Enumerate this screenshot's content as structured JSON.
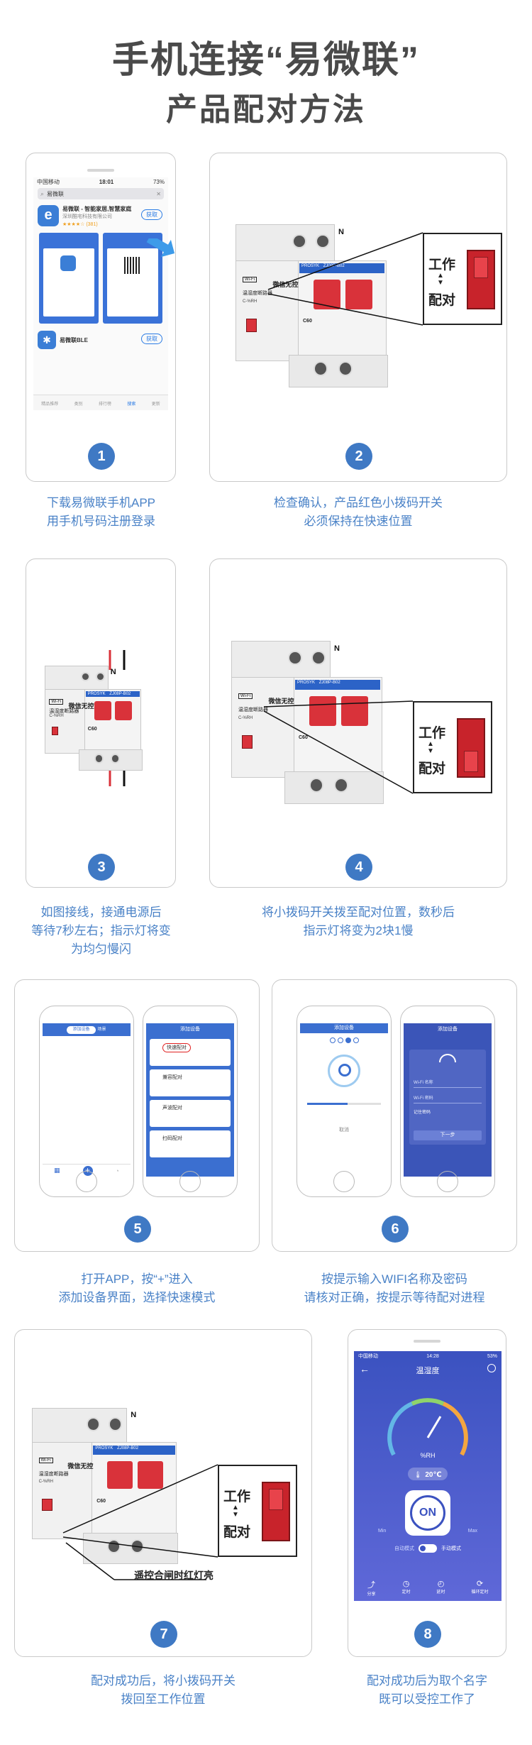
{
  "title": {
    "line1": "手机连接“易微联”",
    "line2": "产品配对方法"
  },
  "steps": [
    {
      "num": "1",
      "caption_lines": [
        "下载易微联手机APP",
        "用手机号码注册登录"
      ]
    },
    {
      "num": "2",
      "caption_lines": [
        "检查确认，产品红色小拨码开关",
        "必须保持在快速位置"
      ]
    },
    {
      "num": "3",
      "caption_lines": [
        "如图接线，接通电源后",
        "等待7秒左右；指示灯将变",
        "为均匀慢闪"
      ]
    },
    {
      "num": "4",
      "caption_lines": [
        "将小拨码开关拨至配对位置，数秒后",
        "指示灯将变为2块1慢"
      ]
    },
    {
      "num": "5",
      "caption_lines": [
        "打开APP，按“+”进入",
        "添加设备界面，选择快速模式"
      ]
    },
    {
      "num": "6",
      "caption_lines": [
        "按提示输入WIFI名称及密码",
        "请核对正确，按提示等待配对进程"
      ]
    },
    {
      "num": "7",
      "caption_lines": [
        "配对成功后，将小拨码开关",
        "拨回至工作位置"
      ]
    },
    {
      "num": "8",
      "caption_lines": [
        "配对成功后为取个名字",
        "既可以受控工作了"
      ]
    }
  ],
  "breaker": {
    "brand": "PROSYK",
    "model": "ZJ08P-B02",
    "label_cn": "温湿度断路器",
    "label_ctrl": "微信无控",
    "wifi_badge": "Wi-Fi",
    "rating": "C60",
    "unit_text": "C-%RH",
    "terminal_n": "N",
    "switch_work": "工作",
    "switch_pair": "配对",
    "arrows": "▲▼"
  },
  "step1_phone": {
    "carrier": "中国移动",
    "time": "18:01",
    "battery": "73%",
    "search_query": "易微联",
    "app_name": "易微联 - 智能家居,智慧家庭",
    "app_dev": "深圳酷宅科技有限公司",
    "app_rating": "★★★★☆ (381)",
    "get_button": "获取",
    "app2_name": "易微联BLE",
    "tabs": [
      "精品推荐",
      "类别",
      "排行榜",
      "搜索",
      "更新"
    ]
  },
  "step5": {
    "tab_a": "添加设备",
    "tab_b": "场景",
    "menu_title": "添加设备",
    "menu_items": [
      "快速配对",
      "兼容配对",
      "声波配对",
      "扫码配对"
    ]
  },
  "step6": {
    "screen_title": "添加设备",
    "wifi_title": "添加设备",
    "wifi_prompt": "Wi-Fi 名称",
    "password_prompt": "Wi-Fi 密码",
    "remember": "记住密码",
    "next": "下一步",
    "cancel": "取消"
  },
  "step7": {
    "callout": "遥控合闸时红灯亮"
  },
  "step8_phone": {
    "carrier": "中国移动",
    "time": "14:28",
    "battery": "53%",
    "title": "温湿度",
    "gauge_value": "%RH",
    "temp": "20℃",
    "on_label": "ON",
    "min": "Min",
    "max": "Max",
    "toggle_left": "自动模式",
    "toggle_right": "手动模式",
    "tabs": [
      "分享",
      "定时",
      "延时",
      "循环定时"
    ]
  },
  "colors": {
    "accent": "#3f79c4",
    "caption": "#4a82c7",
    "app_blue": "#3b6fd0",
    "breaker_red": "#d9323a"
  }
}
